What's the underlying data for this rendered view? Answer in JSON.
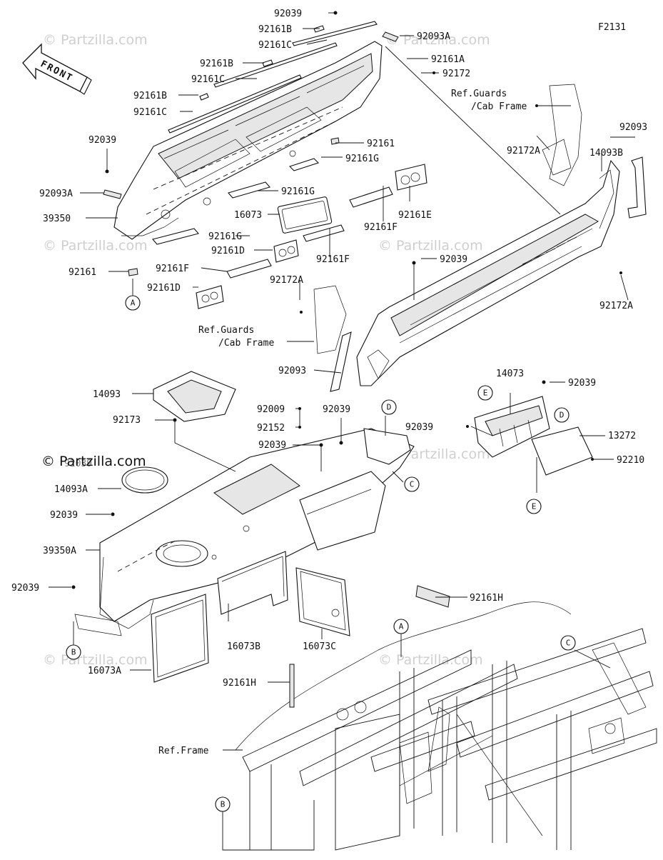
{
  "figure_id": "F2131",
  "direction_label": "FRONT",
  "watermark": "© Partzilla.com",
  "part_labels": {
    "p92039_top": "92039",
    "p92161B_1": "92161B",
    "p92161C_1": "92161C",
    "p92093A_top": "92093A",
    "p92161A": "92161A",
    "p92172": "92172",
    "p92161B_2": "92161B",
    "p92161C_2": "92161C",
    "p92161B_3": "92161B",
    "p92161C_3": "92161C",
    "p92039_left": "92039",
    "p92161_mid": "92161",
    "p92161G_1": "92161G",
    "p92093A_left": "92093A",
    "p92161G_2": "92161G",
    "p39350": "39350",
    "p16073": "16073",
    "p92161E": "92161E",
    "p92161G_3": "92161G",
    "p92161F_1": "92161F",
    "p92161D_1": "92161D",
    "p92161F_2": "92161F",
    "p92161_low": "92161",
    "p92161F_3": "92161F",
    "p92161D_2": "92161D",
    "p92172A_left": "92172A",
    "p92039_mid": "92039",
    "p92093_right": "92093",
    "p92172A_right": "92172A",
    "p14093B": "14093B",
    "p92172A_low": "92172A",
    "p92093_low": "92093",
    "p14093": "14093",
    "p92173": "92173",
    "p92009": "92009",
    "p92152": "92152",
    "p92039_c1": "92039",
    "p92039_c2": "92039",
    "p14073": "14073",
    "p92039_r1": "92039",
    "p92039_r2": "92039",
    "p13272": "13272",
    "p92210": "92210",
    "p92039_hid": "92039",
    "p14093A": "14093A",
    "p92039_l2": "92039",
    "p39350A": "39350A",
    "p92039_l3": "92039",
    "p92161H_1": "92161H",
    "p16073B": "16073B",
    "p16073C": "16073C",
    "p16073A": "16073A",
    "p92161H_2": "92161H"
  },
  "ref_labels": {
    "guards_top_1": "Ref.Guards",
    "guards_top_2": "/Cab Frame",
    "guards_mid_1": "Ref.Guards",
    "guards_mid_2": "/Cab Frame",
    "frame": "Ref.Frame"
  },
  "callouts": {
    "A1": "A",
    "D1": "D",
    "C1": "C",
    "E1": "E",
    "D2": "D",
    "E2": "E",
    "B1": "B",
    "A2": "A",
    "C2": "C",
    "B2": "B"
  }
}
